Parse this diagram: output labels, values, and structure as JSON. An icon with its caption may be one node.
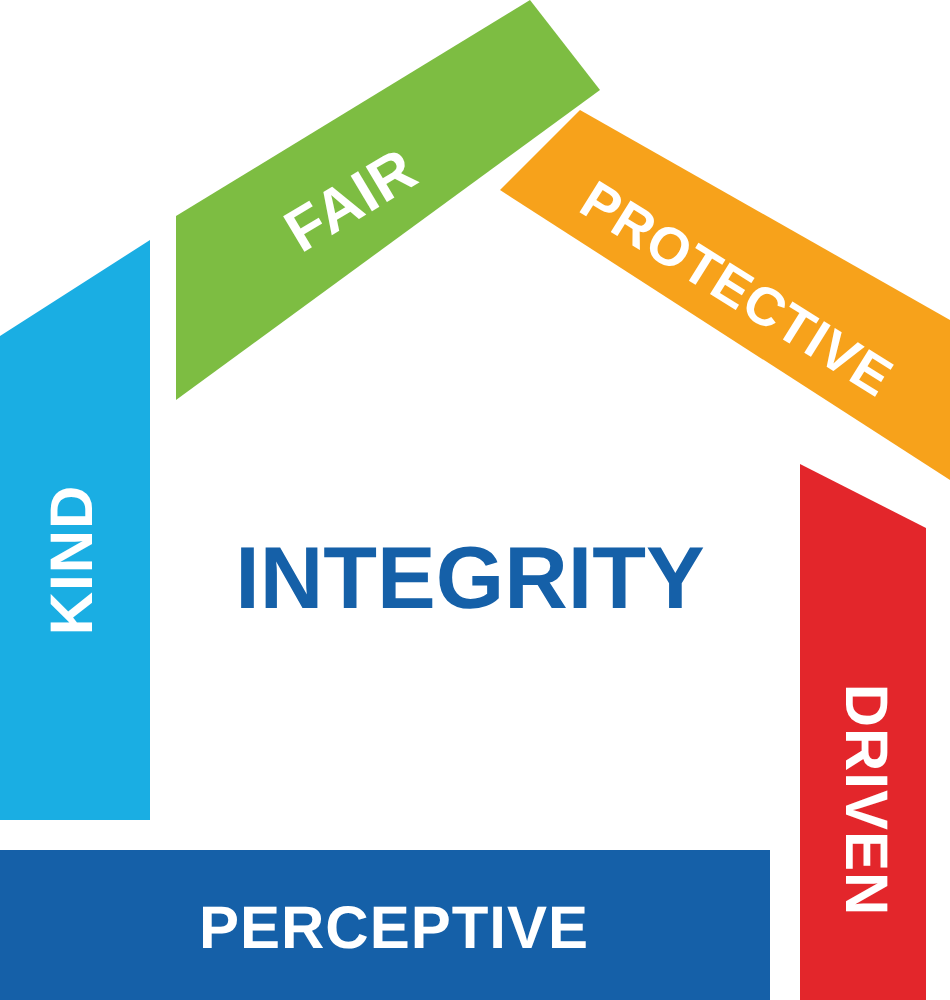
{
  "diagram": {
    "nodes": [
      {
        "text": [
          "FAIR"
        ]
      },
      {
        "text": [
          "PROTECTIVE"
        ]
      },
      {
        "text": [
          "KIND"
        ]
      },
      {
        "text": [
          "INTEGRITY"
        ]
      },
      {
        "text": [
          "DRIVEN"
        ]
      },
      {
        "text": [
          "PERCEPTIVE"
        ]
      }
    ]
  }
}
